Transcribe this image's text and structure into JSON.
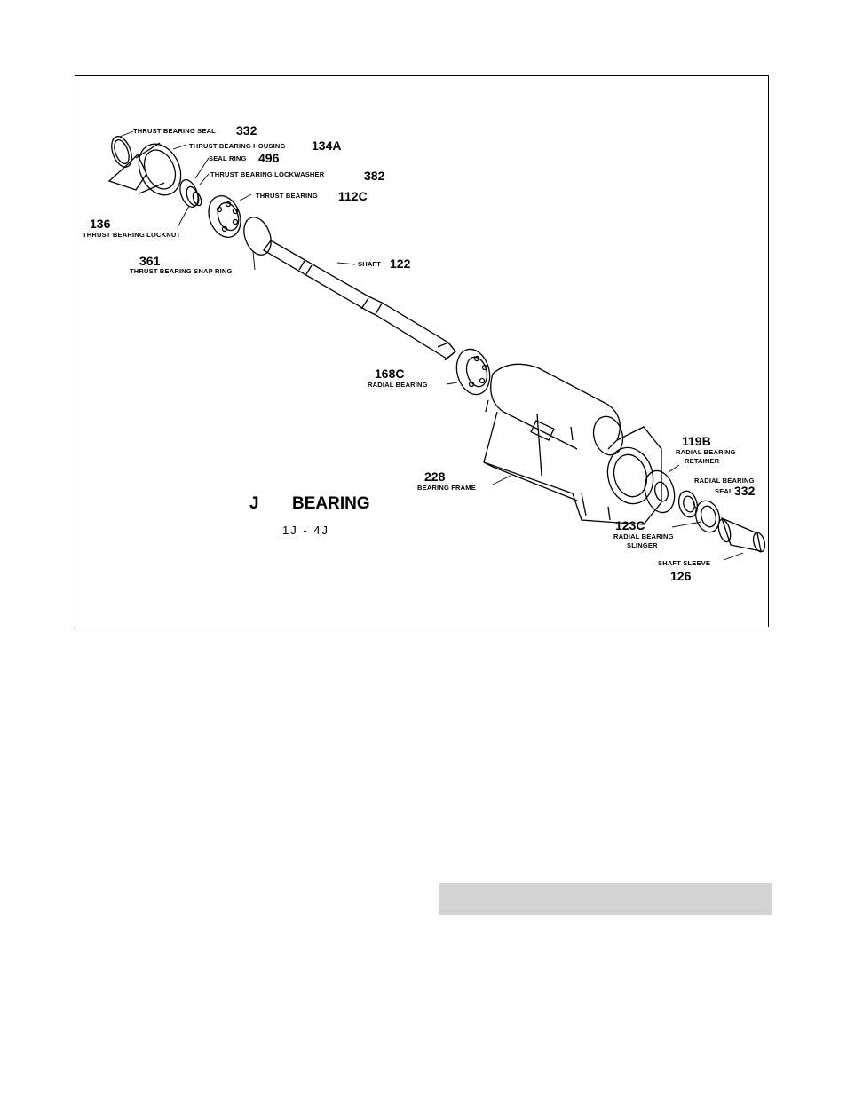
{
  "diagram": {
    "title": "BEARING",
    "title_prefix": "J",
    "subtitle": "1J - 4J",
    "parts": [
      {
        "number": "332",
        "name": "THRUST BEARING SEAL"
      },
      {
        "number": "134A",
        "name": "THRUST BEARING HOUSING"
      },
      {
        "number": "496",
        "name": "SEAL RING"
      },
      {
        "number": "382",
        "name": "THRUST BEARING LOCKWASHER"
      },
      {
        "number": "112C",
        "name": "THRUST BEARING"
      },
      {
        "number": "136",
        "name": "THRUST BEARING LOCKNUT"
      },
      {
        "number": "361",
        "name": "THRUST BEARING SNAP RING"
      },
      {
        "number": "122",
        "name": "SHAFT"
      },
      {
        "number": "168C",
        "name": "RADIAL BEARING"
      },
      {
        "number": "228",
        "name": "BEARING FRAME"
      },
      {
        "number": "119B",
        "name": "RADIAL BEARING",
        "name2": "RETAINER"
      },
      {
        "number": "332",
        "name": "RADIAL BEARING",
        "name2": "SEAL"
      },
      {
        "number": "123C",
        "name": "RADIAL BEARING",
        "name2": "SLINGER"
      },
      {
        "number": "126",
        "name": "SHAFT SLEEVE"
      }
    ]
  }
}
